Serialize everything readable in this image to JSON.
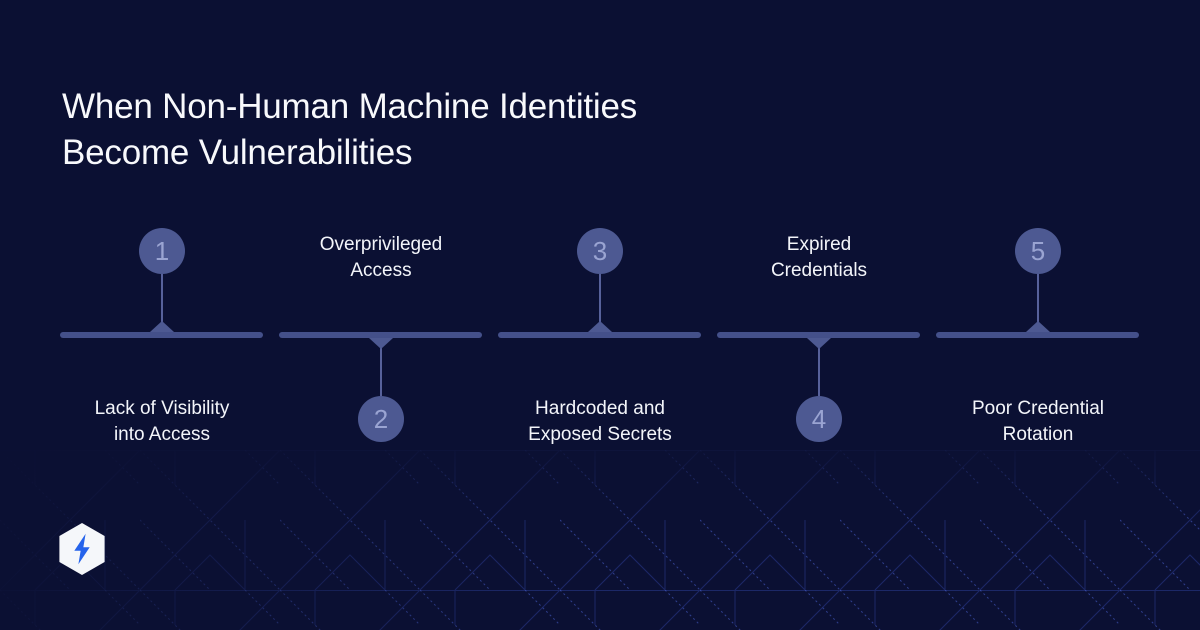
{
  "title": {
    "text": "When Non-Human Machine Identities Become Vulnerabilities",
    "lines": [
      "When Non-Human Machine Identities",
      "Become Vulnerabilities"
    ]
  },
  "timeline": {
    "items": [
      {
        "number": "1",
        "circle_position": "above-bar",
        "label": "Lack of Visibility into Access",
        "label_lines": [
          "Lack of Visibility",
          "into Access"
        ]
      },
      {
        "number": "2",
        "circle_position": "below-bar",
        "label": "Overprivileged Access",
        "label_lines": [
          "Overprivileged",
          "Access"
        ]
      },
      {
        "number": "3",
        "circle_position": "above-bar",
        "label": "Hardcoded and Exposed Secrets",
        "label_lines": [
          "Hardcoded and",
          "Exposed Secrets"
        ]
      },
      {
        "number": "4",
        "circle_position": "below-bar",
        "label": "Expired Credentials",
        "label_lines": [
          "Expired",
          "Credentials"
        ]
      },
      {
        "number": "5",
        "circle_position": "above-bar",
        "label": "Poor Credential Rotation",
        "label_lines": [
          "Poor Credential",
          "Rotation"
        ]
      }
    ]
  },
  "logo": {
    "icon": "lightning-bolt-in-hexagon"
  },
  "colors": {
    "background": "#0b1033",
    "timeline_bar": "#44508a",
    "step_circle": "#4d5992",
    "step_number": "#9aa4d2",
    "text": "#f3f5fa",
    "pattern_line_solid": "#2e3f9c",
    "pattern_line_dotted": "#4a63d8",
    "logo_bolt_blue": "#2563eb",
    "logo_hexagon_white": "#f5f7fa"
  }
}
